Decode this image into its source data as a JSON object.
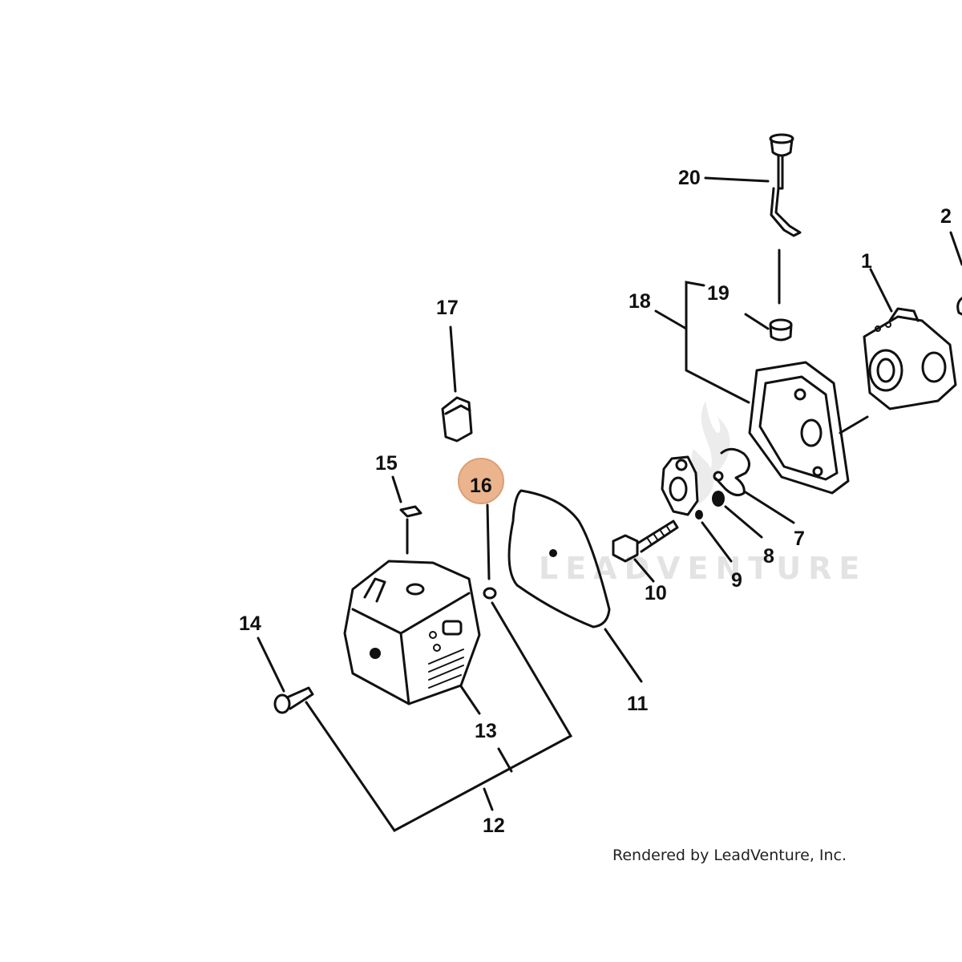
{
  "diagram": {
    "callouts": [
      {
        "id": "1",
        "label": "1"
      },
      {
        "id": "2",
        "label": "2"
      },
      {
        "id": "7",
        "label": "7"
      },
      {
        "id": "8",
        "label": "8"
      },
      {
        "id": "9",
        "label": "9"
      },
      {
        "id": "10",
        "label": "10"
      },
      {
        "id": "11",
        "label": "11"
      },
      {
        "id": "12",
        "label": "12"
      },
      {
        "id": "13",
        "label": "13"
      },
      {
        "id": "14",
        "label": "14"
      },
      {
        "id": "15",
        "label": "15"
      },
      {
        "id": "16",
        "label": "16",
        "highlighted": true
      },
      {
        "id": "17",
        "label": "17"
      },
      {
        "id": "18",
        "label": "18"
      },
      {
        "id": "19",
        "label": "19"
      },
      {
        "id": "20",
        "label": "20"
      }
    ],
    "highlight_color": "#e8a87a",
    "watermark": "LEADVENTURE",
    "footer_text": "Rendered by LeadVenture, Inc."
  }
}
